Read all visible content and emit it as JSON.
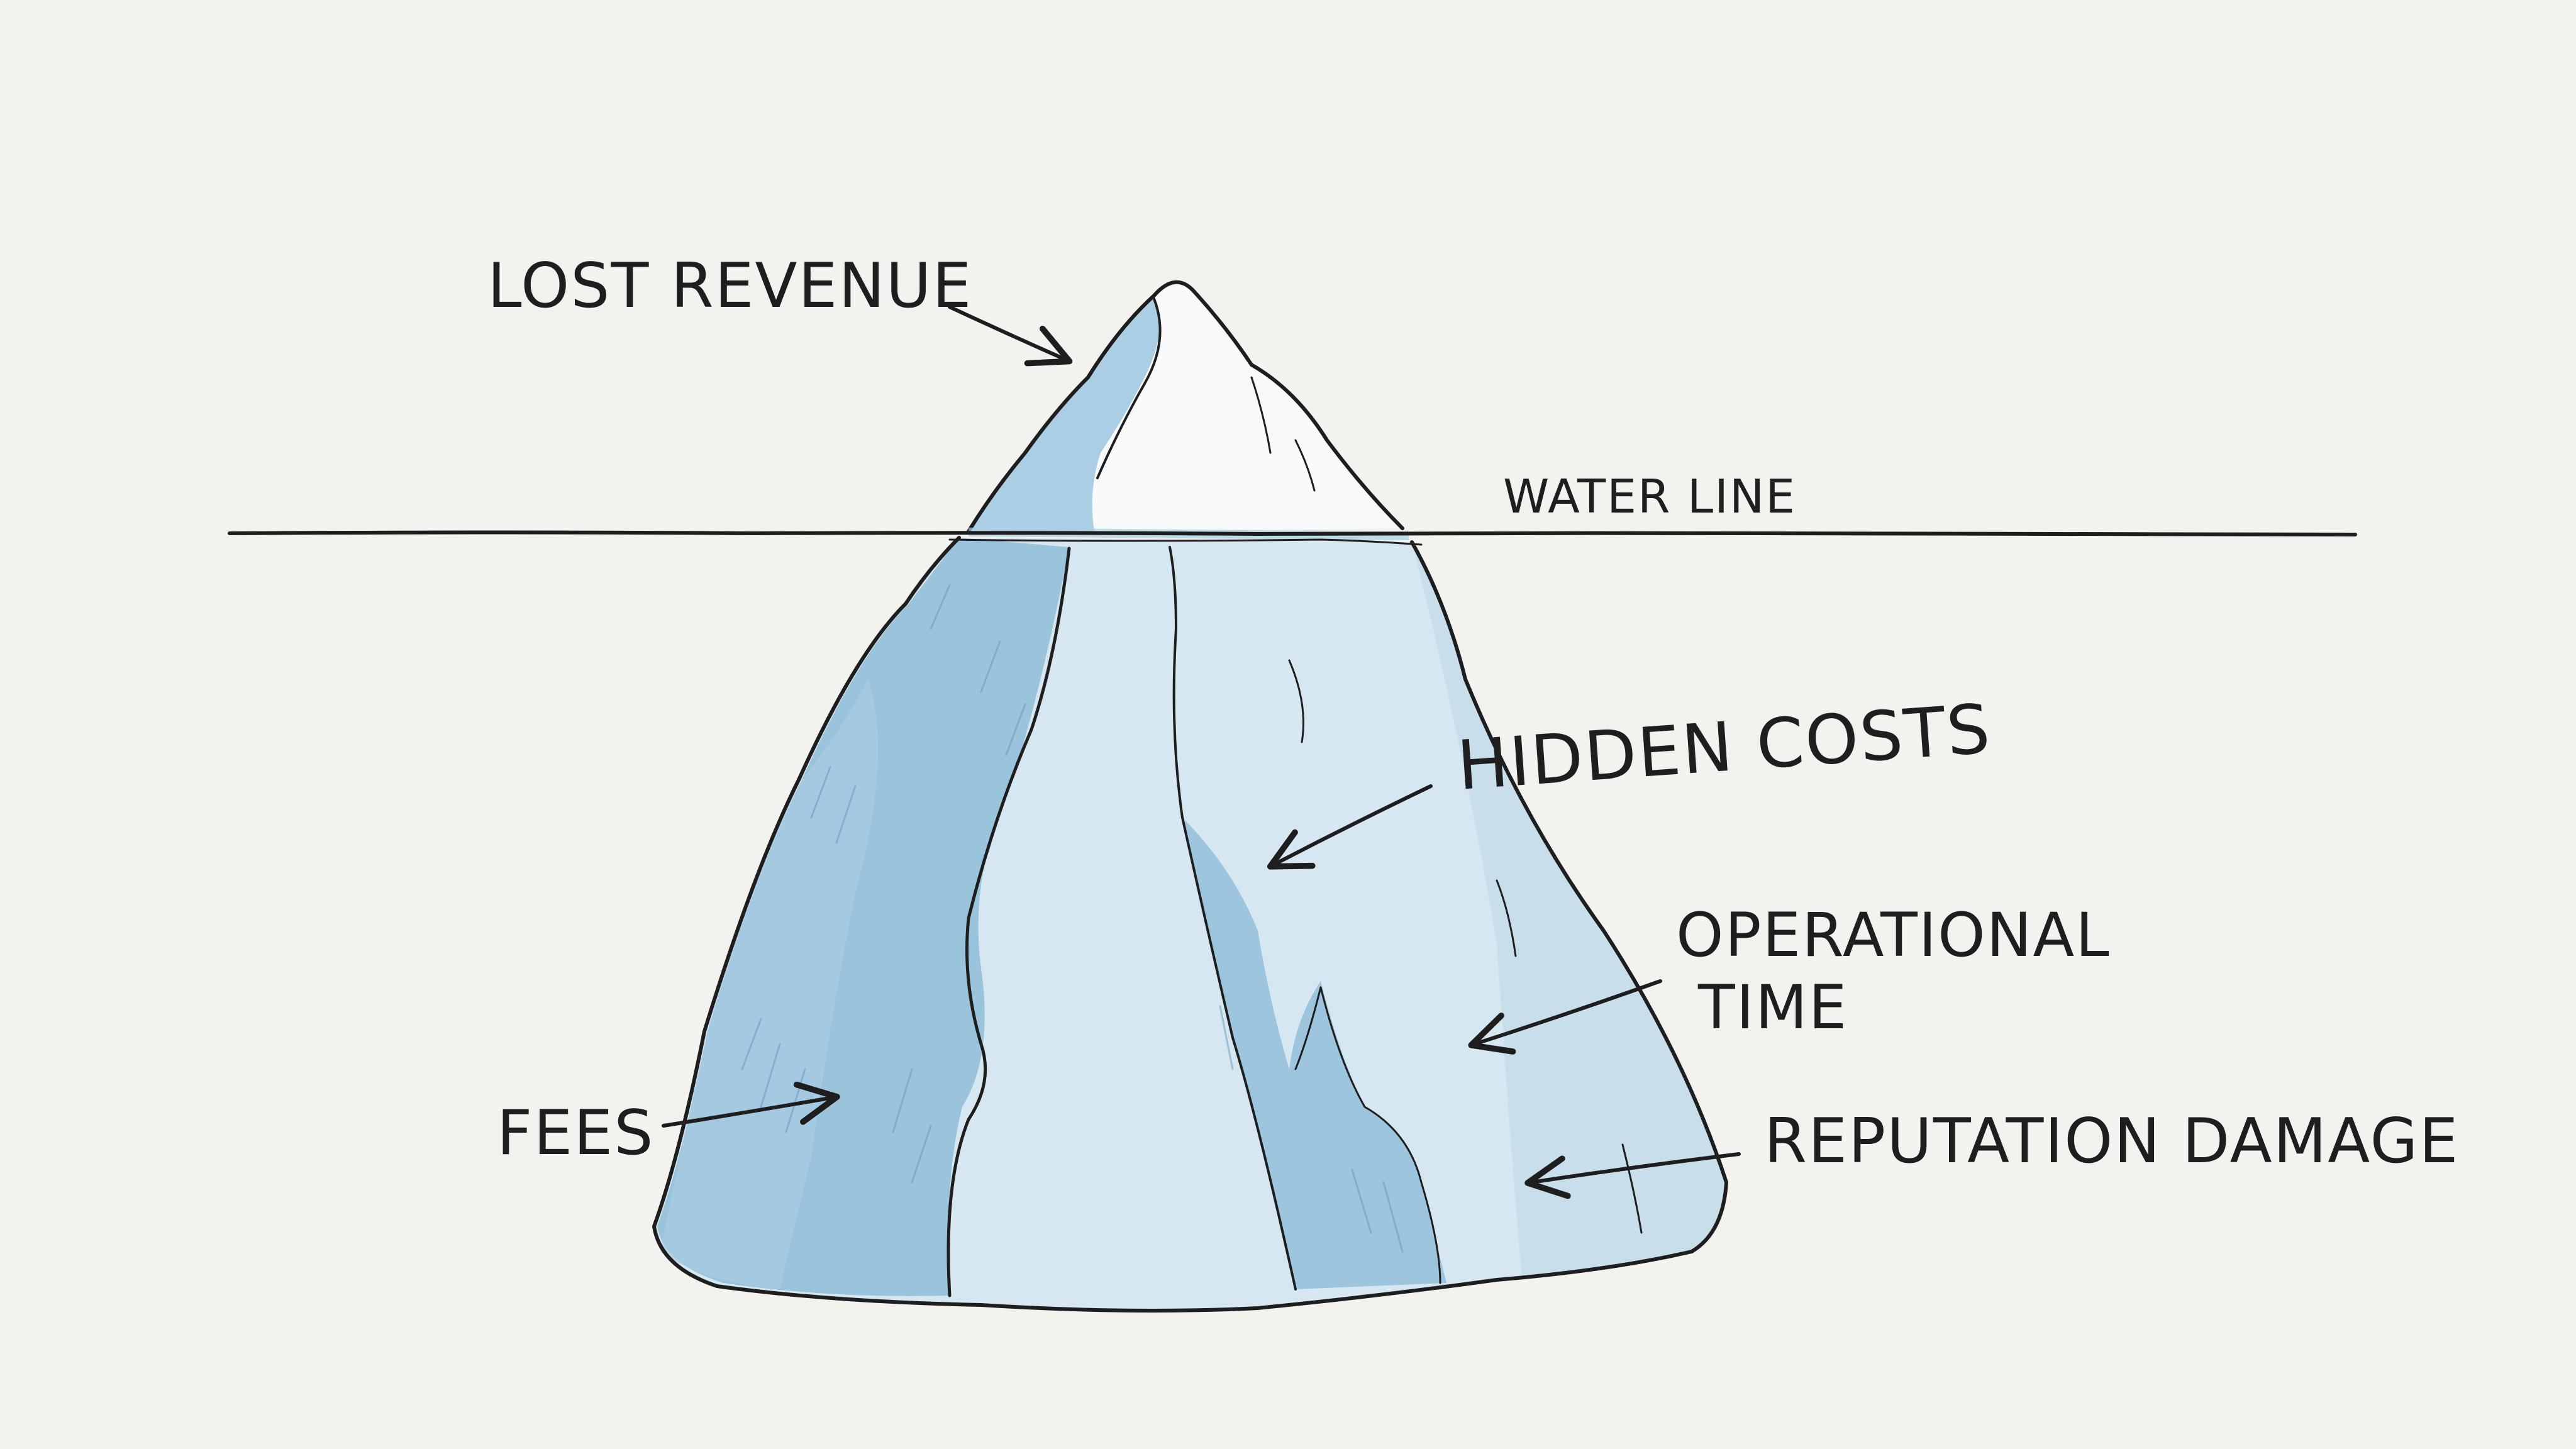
{
  "colors": {
    "paper": "#f3f2ee",
    "ink": "#1e1e1e",
    "ice_light": "#d6e7f1",
    "ice_mid": "#b8d5e6",
    "ice_dark": "#8fbdd8",
    "tip_white": "#f7f9fb"
  },
  "icons": {
    "iceberg": "iceberg-drawing",
    "arrow": "arrow-icon"
  },
  "diagram": {
    "waterline_label": "WATER LINE",
    "labels": {
      "lost_revenue": "LOST REVENUE",
      "hidden_costs": "HIDDEN COSTS",
      "operational_line1": "OPERATIONAL",
      "operational_line2": "TIME",
      "fees": "FEES",
      "reputation_damage": "REPUTATION DAMAGE"
    }
  }
}
